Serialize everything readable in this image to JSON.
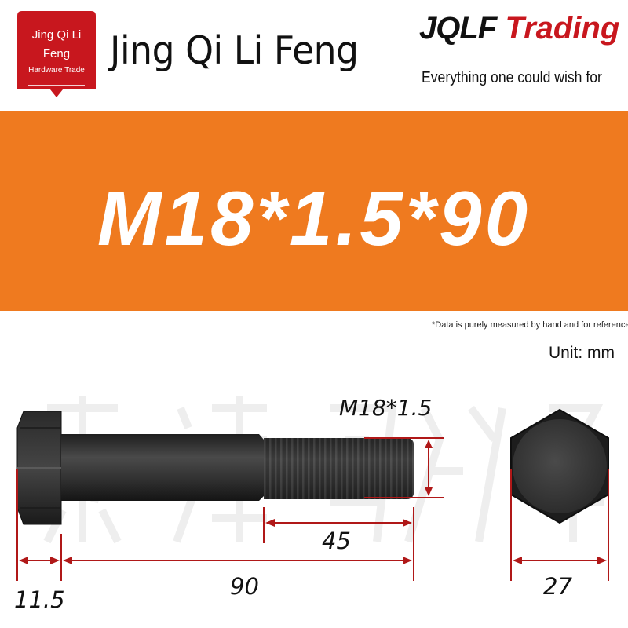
{
  "header": {
    "badge": {
      "line1": "Jing Qi Li",
      "line2": "Feng",
      "line3": "Hardware Trade"
    },
    "brand_name": "Jing Qi Li Feng",
    "logo": {
      "mark": "JQLF",
      "word": "Trading"
    },
    "tagline": "Everything one could wish for"
  },
  "banner": {
    "title": "M18*1.5*90"
  },
  "notes": {
    "disclaimer": "*Data is purely measured by hand and for reference o",
    "unit": "Unit: mm"
  },
  "dimensions": {
    "thread_spec": "M18*1.5",
    "thread_length": "45",
    "total_length": "90",
    "head_height": "11.5",
    "across_flats": "27"
  },
  "colors": {
    "brand_red": "#c8171e",
    "banner_orange": "#ef7a1f",
    "dimension_red": "#b01818",
    "bolt_dark": "#2c2c2c"
  }
}
